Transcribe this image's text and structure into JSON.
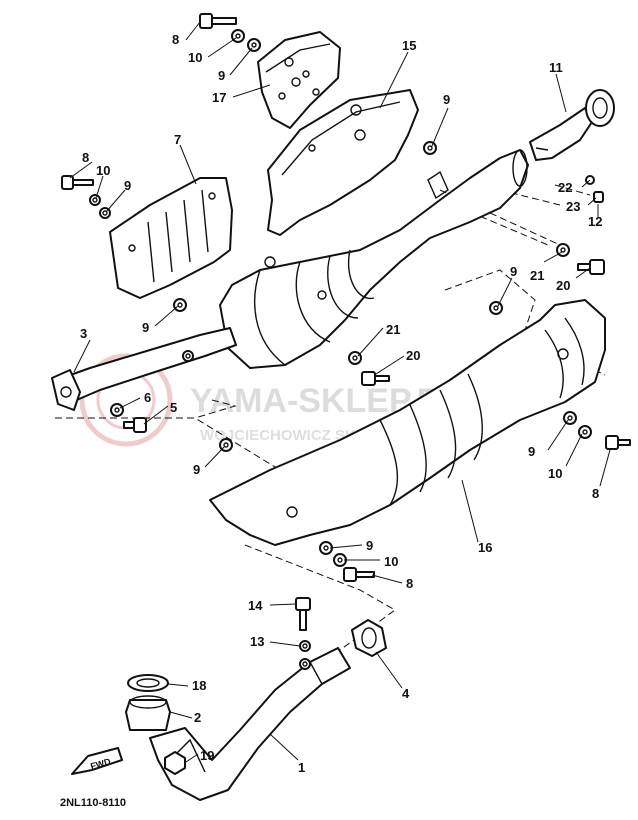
{
  "watermark": {
    "main": "YAMA-SKLEP.PL",
    "sub": "WOJCIECHOWICZ SKUTER YAMAHA",
    "color": "#e6a0a0"
  },
  "drawing_code": "2NL110-8110",
  "fwd_label": "FWD",
  "callouts": {
    "c1": "1",
    "c2": "2",
    "c3": "3",
    "c4": "4",
    "c5": "5",
    "c6": "6",
    "c7": "7",
    "c8a": "8",
    "c8b": "8",
    "c8c": "8",
    "c8d": "8",
    "c9a": "9",
    "c9b": "9",
    "c9c": "9",
    "c9d": "9",
    "c9e": "9",
    "c9f": "9",
    "c9g": "9",
    "c9h": "9",
    "c10a": "10",
    "c10b": "10",
    "c10c": "10",
    "c10d": "10",
    "c11": "11",
    "c12": "12",
    "c13": "13",
    "c14": "14",
    "c15": "15",
    "c16": "16",
    "c17": "17",
    "c18": "18",
    "c19": "19",
    "c20a": "20",
    "c20b": "20",
    "c21a": "21",
    "c21b": "21",
    "c22": "22",
    "c23": "23"
  }
}
